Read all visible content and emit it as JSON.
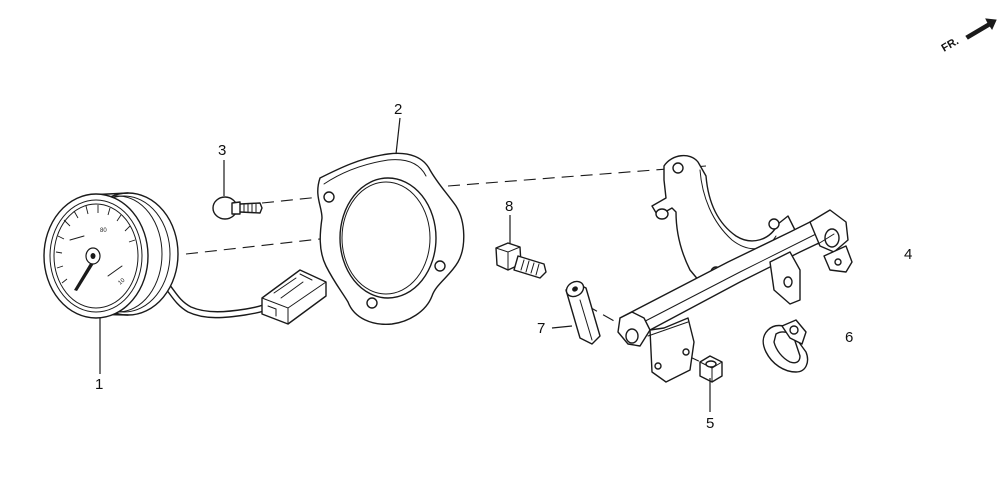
{
  "diagram": {
    "front_indicator": "FR.",
    "part_numbers": {
      "p1": "1",
      "p2": "2",
      "p3": "3",
      "p4": "4",
      "p5": "5",
      "p6": "6",
      "p7": "7",
      "p8": "8"
    },
    "gauge_scale": [
      "80",
      "10"
    ]
  }
}
